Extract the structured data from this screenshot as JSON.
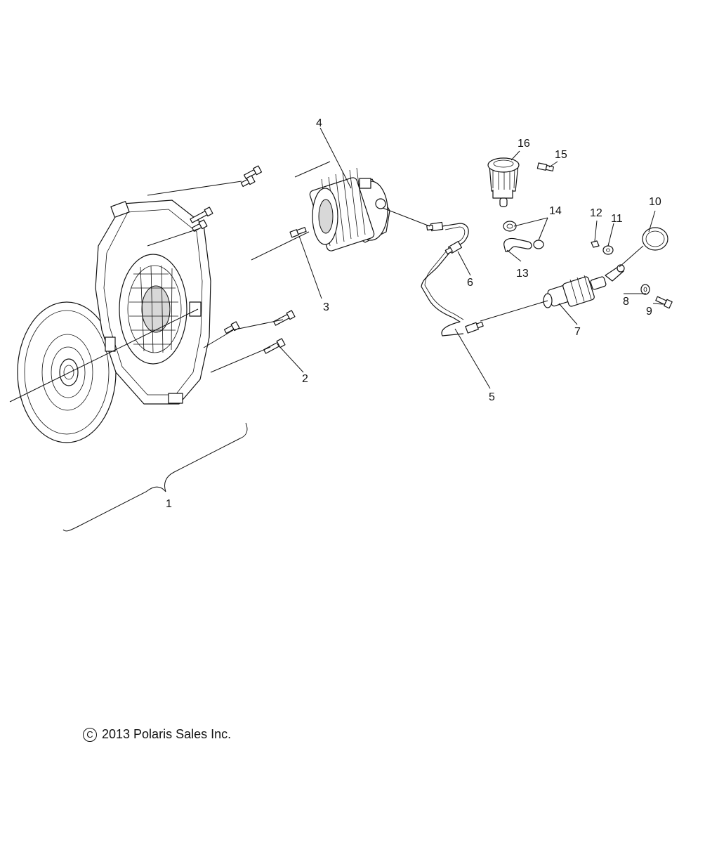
{
  "callouts": [
    {
      "num": "1",
      "part": "clutch-assembly"
    },
    {
      "num": "2",
      "part": "pressure-plate-bolt"
    },
    {
      "num": "3",
      "part": "slave-cylinder-bolt"
    },
    {
      "num": "4",
      "part": "slave-cylinder"
    },
    {
      "num": "5",
      "part": "hydraulic-line"
    },
    {
      "num": "6",
      "part": "bleeder-fitting"
    },
    {
      "num": "7",
      "part": "master-cylinder"
    },
    {
      "num": "8",
      "part": "washer"
    },
    {
      "num": "9",
      "part": "master-cylinder-bolt"
    },
    {
      "num": "10",
      "part": "o-ring"
    },
    {
      "num": "11",
      "part": "spacer"
    },
    {
      "num": "12",
      "part": "nut"
    },
    {
      "num": "13",
      "part": "reservoir-hose"
    },
    {
      "num": "14",
      "part": "hose-clamp"
    },
    {
      "num": "15",
      "part": "reservoir-bolt"
    },
    {
      "num": "16",
      "part": "fluid-reservoir"
    }
  ],
  "copyright": {
    "symbol": "C",
    "text": "2013 Polaris Sales Inc."
  }
}
